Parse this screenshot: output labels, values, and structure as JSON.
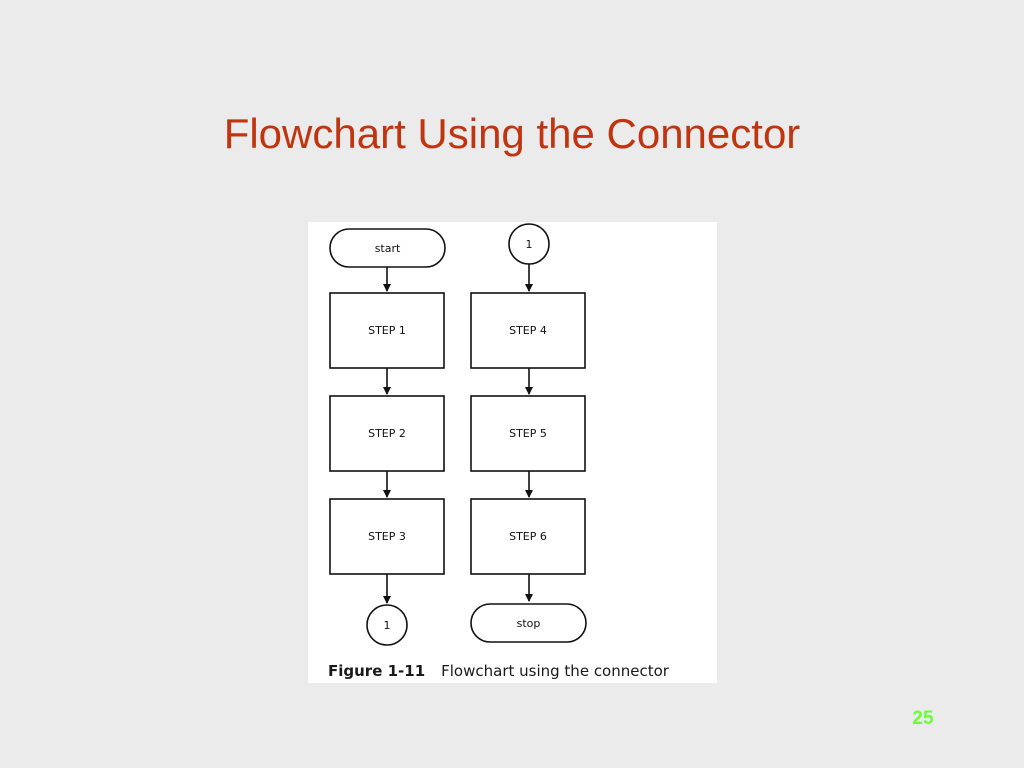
{
  "slide": {
    "title": "Flowchart Using the Connector",
    "page_number": "25"
  },
  "figure": {
    "caption_label": "Figure 1-11",
    "caption_text": "Flowchart using the connector",
    "nodes": {
      "start": "start",
      "step1": "STEP 1",
      "step2": "STEP 2",
      "step3": "STEP 3",
      "connector_out": "1",
      "connector_in": "1",
      "step4": "STEP 4",
      "step5": "STEP 5",
      "step6": "STEP 6",
      "stop": "stop"
    }
  },
  "colors": {
    "title": "#c0350f",
    "page_number": "#66ff33",
    "background": "#ebebeb"
  }
}
